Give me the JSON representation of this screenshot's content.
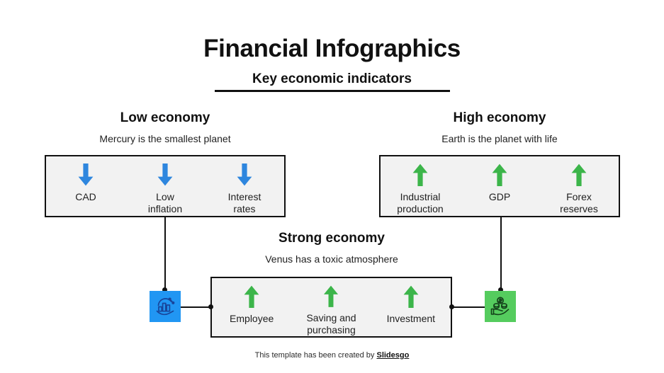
{
  "header": {
    "title": "Financial Infographics",
    "subtitle": "Key economic indicators"
  },
  "sections": {
    "low": {
      "heading": "Low economy",
      "description": "Mercury is the smallest planet",
      "arrow_direction": "down",
      "arrow_color": "#2e86de",
      "items": [
        {
          "label": "CAD"
        },
        {
          "label": "Low\ninflation"
        },
        {
          "label": "Interest\nrates"
        }
      ]
    },
    "high": {
      "heading": "High economy",
      "description": "Earth is the planet with life",
      "arrow_direction": "up",
      "arrow_color": "#3cb54a",
      "items": [
        {
          "label": "Industrial\nproduction"
        },
        {
          "label": "GDP"
        },
        {
          "label": "Forex\nreserves"
        }
      ]
    },
    "strong": {
      "heading": "Strong economy",
      "description": "Venus has a toxic atmosphere",
      "arrow_direction": "up",
      "arrow_color": "#3cb54a",
      "items": [
        {
          "label": "Employee"
        },
        {
          "label": "Saving and\npurchasing"
        },
        {
          "label": "Investment"
        }
      ]
    }
  },
  "badges": {
    "left": {
      "icon": "hand-holding-bar-chart-icon",
      "background": "#2196f3",
      "icon_color": "#18459b"
    },
    "right": {
      "icon": "hand-holding-coins-icon",
      "background": "#55cc5e",
      "icon_color": "#14401a"
    }
  },
  "footer": {
    "text_before": "This template has been created by ",
    "brand": "Slidesgo"
  },
  "palette": {
    "panel_fill": "#f2f2f2",
    "panel_border": "#111111",
    "down_arrow": "#2e86de",
    "up_arrow": "#3cb54a"
  }
}
